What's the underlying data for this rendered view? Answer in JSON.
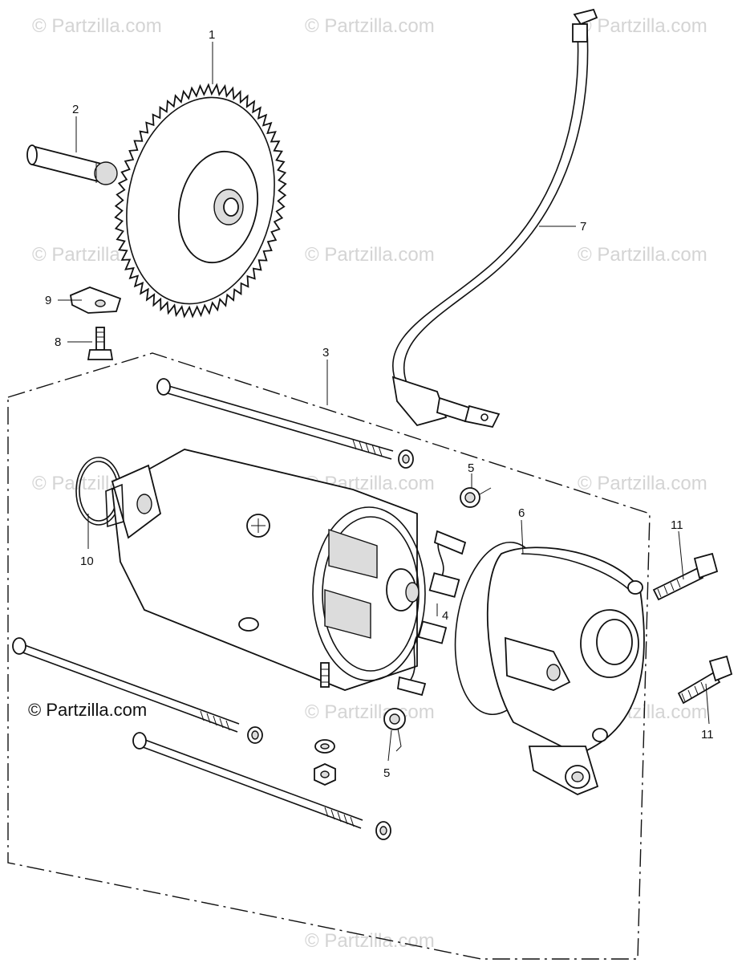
{
  "watermarks": {
    "text": "© Partzilla.com",
    "count": 12
  },
  "copyright": "© Partzilla.com",
  "callouts": [
    {
      "id": "1",
      "label": "1"
    },
    {
      "id": "2",
      "label": "2"
    },
    {
      "id": "3",
      "label": "3"
    },
    {
      "id": "4",
      "label": "4"
    },
    {
      "id": "5a",
      "label": "5"
    },
    {
      "id": "5b",
      "label": "5"
    },
    {
      "id": "6",
      "label": "6"
    },
    {
      "id": "7",
      "label": "7"
    },
    {
      "id": "8",
      "label": "8"
    },
    {
      "id": "9",
      "label": "9"
    },
    {
      "id": "10",
      "label": "10"
    },
    {
      "id": "11a",
      "label": "11"
    },
    {
      "id": "11b",
      "label": "11"
    }
  ],
  "colors": {
    "line": "#111111",
    "watermark": "#d4d4d4",
    "background": "#ffffff"
  }
}
